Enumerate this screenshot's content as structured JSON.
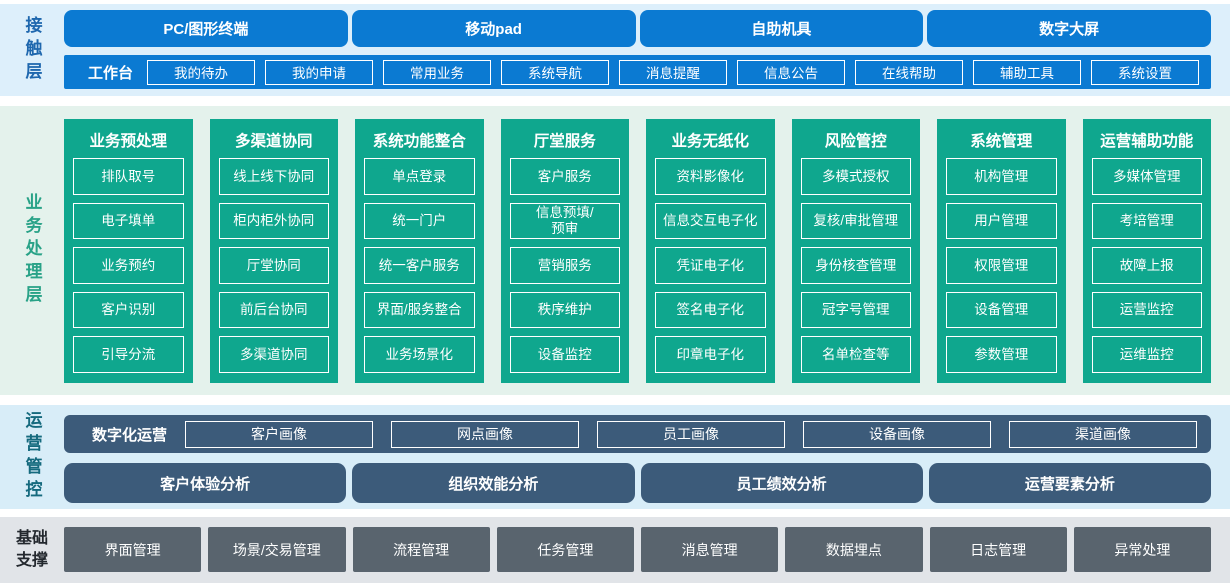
{
  "colors": {
    "accent_blue": "#0b7ad2",
    "accent_teal": "#0fa78e",
    "accent_slate": "#3c5b7a",
    "accent_gray": "#59646e",
    "band_contact_bg": "#ddeffb",
    "band_business_bg": "#e4f2ec",
    "band_ops_bg": "#d8edf8",
    "band_foundation_bg": "#e1e4e8"
  },
  "contact_layer": {
    "label": "接触层",
    "channels": [
      "PC/图形终端",
      "移动pad",
      "自助机具",
      "数字大屏"
    ],
    "workbench": {
      "label": "工作台",
      "items": [
        "我的待办",
        "我的申请",
        "常用业务",
        "系统导航",
        "消息提醒",
        "信息公告",
        "在线帮助",
        "辅助工具",
        "系统设置"
      ]
    }
  },
  "business_layer": {
    "label": "业务处理层",
    "columns": [
      {
        "title": "业务预处理",
        "items": [
          "排队取号",
          "电子填单",
          "业务预约",
          "客户识别",
          "引导分流"
        ]
      },
      {
        "title": "多渠道协同",
        "items": [
          "线上线下协同",
          "柜内柜外协同",
          "厅堂协同",
          "前后台协同",
          "多渠道协同"
        ]
      },
      {
        "title": "系统功能整合",
        "items": [
          "单点登录",
          "统一门户",
          "统一客户服务",
          "界面/服务整合",
          "业务场景化"
        ]
      },
      {
        "title": "厅堂服务",
        "items": [
          "客户服务",
          "信息预填/\n预审",
          "营销服务",
          "秩序维护",
          "设备监控"
        ]
      },
      {
        "title": "业务无纸化",
        "items": [
          "资料影像化",
          "信息交互电子化",
          "凭证电子化",
          "签名电子化",
          "印章电子化"
        ]
      },
      {
        "title": "风险管控",
        "items": [
          "多模式授权",
          "复核/审批管理",
          "身份核查管理",
          "冠字号管理",
          "名单检查等"
        ]
      },
      {
        "title": "系统管理",
        "items": [
          "机构管理",
          "用户管理",
          "权限管理",
          "设备管理",
          "参数管理"
        ]
      },
      {
        "title": "运营辅助功能",
        "items": [
          "多媒体管理",
          "考培管理",
          "故障上报",
          "运营监控",
          "运维监控"
        ]
      }
    ]
  },
  "ops_layer": {
    "label": "运营管控",
    "digital_ops": {
      "label": "数字化运营",
      "items": [
        "客户画像",
        "网点画像",
        "员工画像",
        "设备画像",
        "渠道画像"
      ]
    },
    "analysis": [
      "客户体验分析",
      "组织效能分析",
      "员工绩效分析",
      "运营要素分析"
    ]
  },
  "foundation_layer": {
    "label": "基础支撑",
    "items": [
      "界面管理",
      "场景/交易管理",
      "流程管理",
      "任务管理",
      "消息管理",
      "数据埋点",
      "日志管理",
      "异常处理"
    ]
  }
}
